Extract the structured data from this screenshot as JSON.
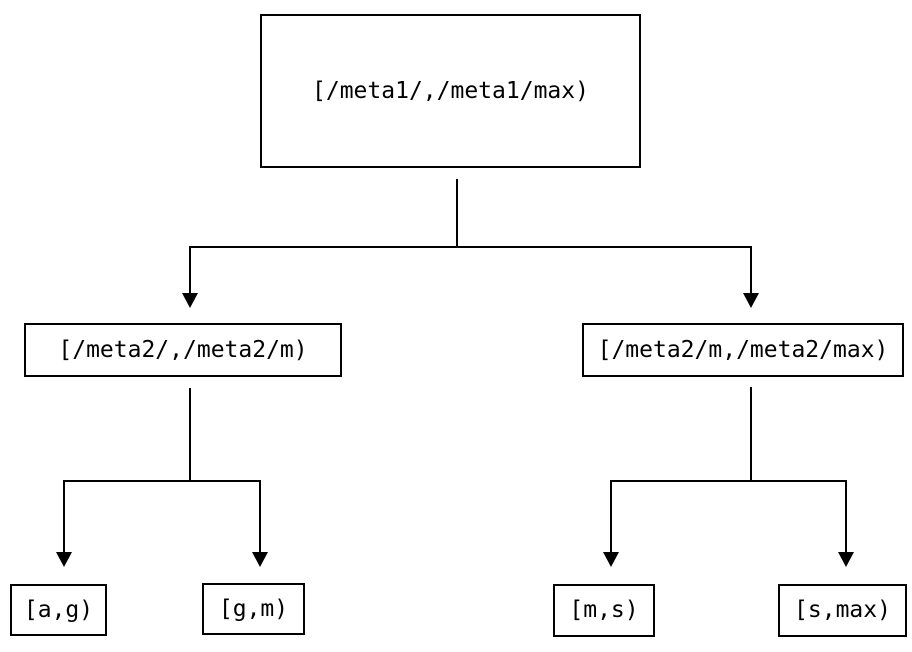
{
  "diagram": {
    "background_color": "#ffffff",
    "line_color": "#000000",
    "text_color": "#000000",
    "root": {
      "label": "[/meta1/,/meta1/max)"
    },
    "level1": [
      {
        "label": "[/meta2/,/meta2/m)"
      },
      {
        "label": "[/meta2/m,/meta2/max)"
      }
    ],
    "leaves": [
      {
        "label": "[a,g)"
      },
      {
        "label": "[g,m)"
      },
      {
        "label": "[m,s)"
      },
      {
        "label": "[s,max)"
      }
    ]
  }
}
